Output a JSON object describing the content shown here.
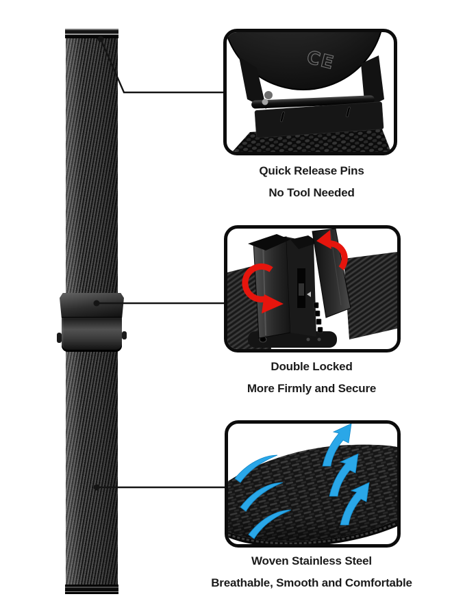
{
  "image_type": "product-feature-infographic",
  "subject": "black milanese mesh stainless steel watch band",
  "colors": {
    "accent_red": "#e6150d",
    "accent_blue": "#2aa7e8",
    "accent_blue_dark": "#0f86c7",
    "line_color": "#141414",
    "text_color": "#1b1b1b",
    "frame_color": "#0c0c0c"
  },
  "watch_marking": "CE",
  "features": [
    {
      "title": "Quick Release Pins",
      "subtitle": "No Tool Needed",
      "illustration": "watch-back-quick-release-pin-photo"
    },
    {
      "title": "Double Locked",
      "subtitle": "More Firmly and Secure",
      "illustration": "open-double-lock-clasp-photo"
    },
    {
      "title": "Woven Stainless Steel",
      "subtitle": "Breathable, Smooth and Comfortable",
      "illustration": "mesh-weave-airflow-photo"
    }
  ]
}
